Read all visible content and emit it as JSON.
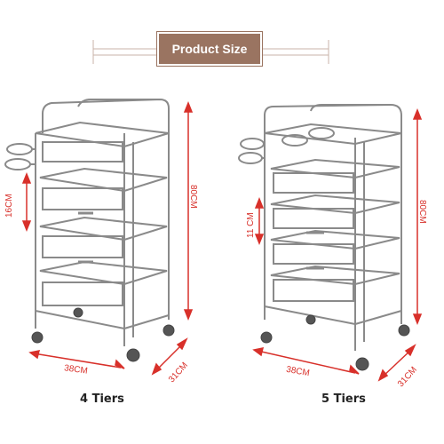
{
  "header": {
    "title": "Product Size"
  },
  "products": [
    {
      "tier_label": "4 Tiers",
      "dims": {
        "width": "38CM",
        "depth": "31CM",
        "height": "80CM",
        "tier_gap": "16CM"
      }
    },
    {
      "tier_label": "5 Tiers",
      "dims": {
        "width": "38CM",
        "depth": "31CM",
        "height": "80CM",
        "tier_gap": "11 CM"
      }
    }
  ],
  "colors": {
    "accent": "#9a7461",
    "dimension": "#d8302a",
    "frame": "#888888"
  }
}
